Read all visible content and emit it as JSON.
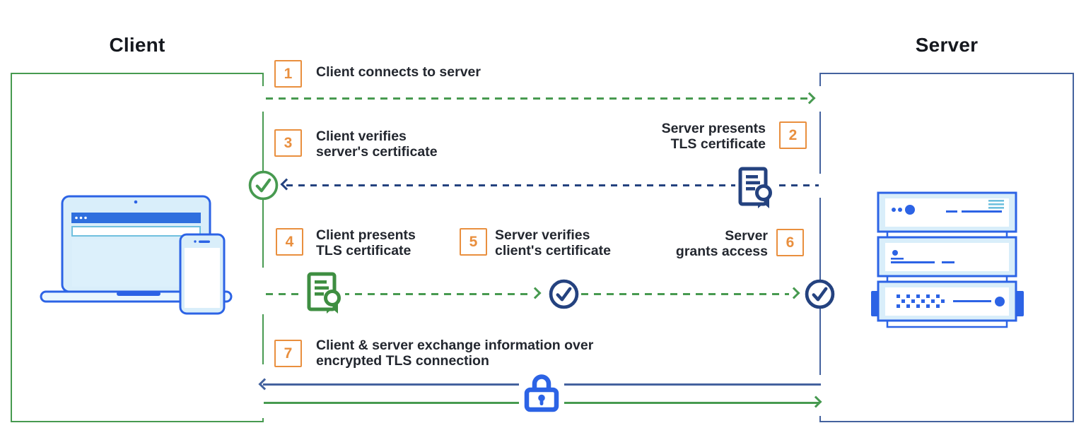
{
  "titles": {
    "client": "Client",
    "server": "Server"
  },
  "steps": [
    {
      "num": "1",
      "label": "Client connects to server"
    },
    {
      "num": "2",
      "label": "Server presents\nTLS certificate"
    },
    {
      "num": "3",
      "label": "Client verifies\nserver's certificate"
    },
    {
      "num": "4",
      "label": "Client presents\nTLS certificate"
    },
    {
      "num": "5",
      "label": "Server verifies\nclient's certificate"
    },
    {
      "num": "6",
      "label": "Server\ngrants access"
    },
    {
      "num": "7",
      "label": "Client & server exchange information over\nencrypted TLS connection"
    }
  ],
  "icons": {
    "certificate": "document-with-award-ribbon",
    "verified": "checkmark-in-circle",
    "encryption": "padlock",
    "client_device": "laptop-and-phone",
    "server_device": "server-rack-stack"
  },
  "colors": {
    "green": "#479A50",
    "green_dark": "#3E8E41",
    "navy": "#24427F",
    "slate_blue": "#44629E",
    "blue": "#2C63E5",
    "blue_dark": "#2F6FDE",
    "light_blue": "#D9EEFA",
    "pale_blue": "#DCF0FB",
    "cyan": "#6FC0DE",
    "orange": "#E98F3E",
    "ink": "#23272F",
    "background": "#FFFFFF"
  }
}
